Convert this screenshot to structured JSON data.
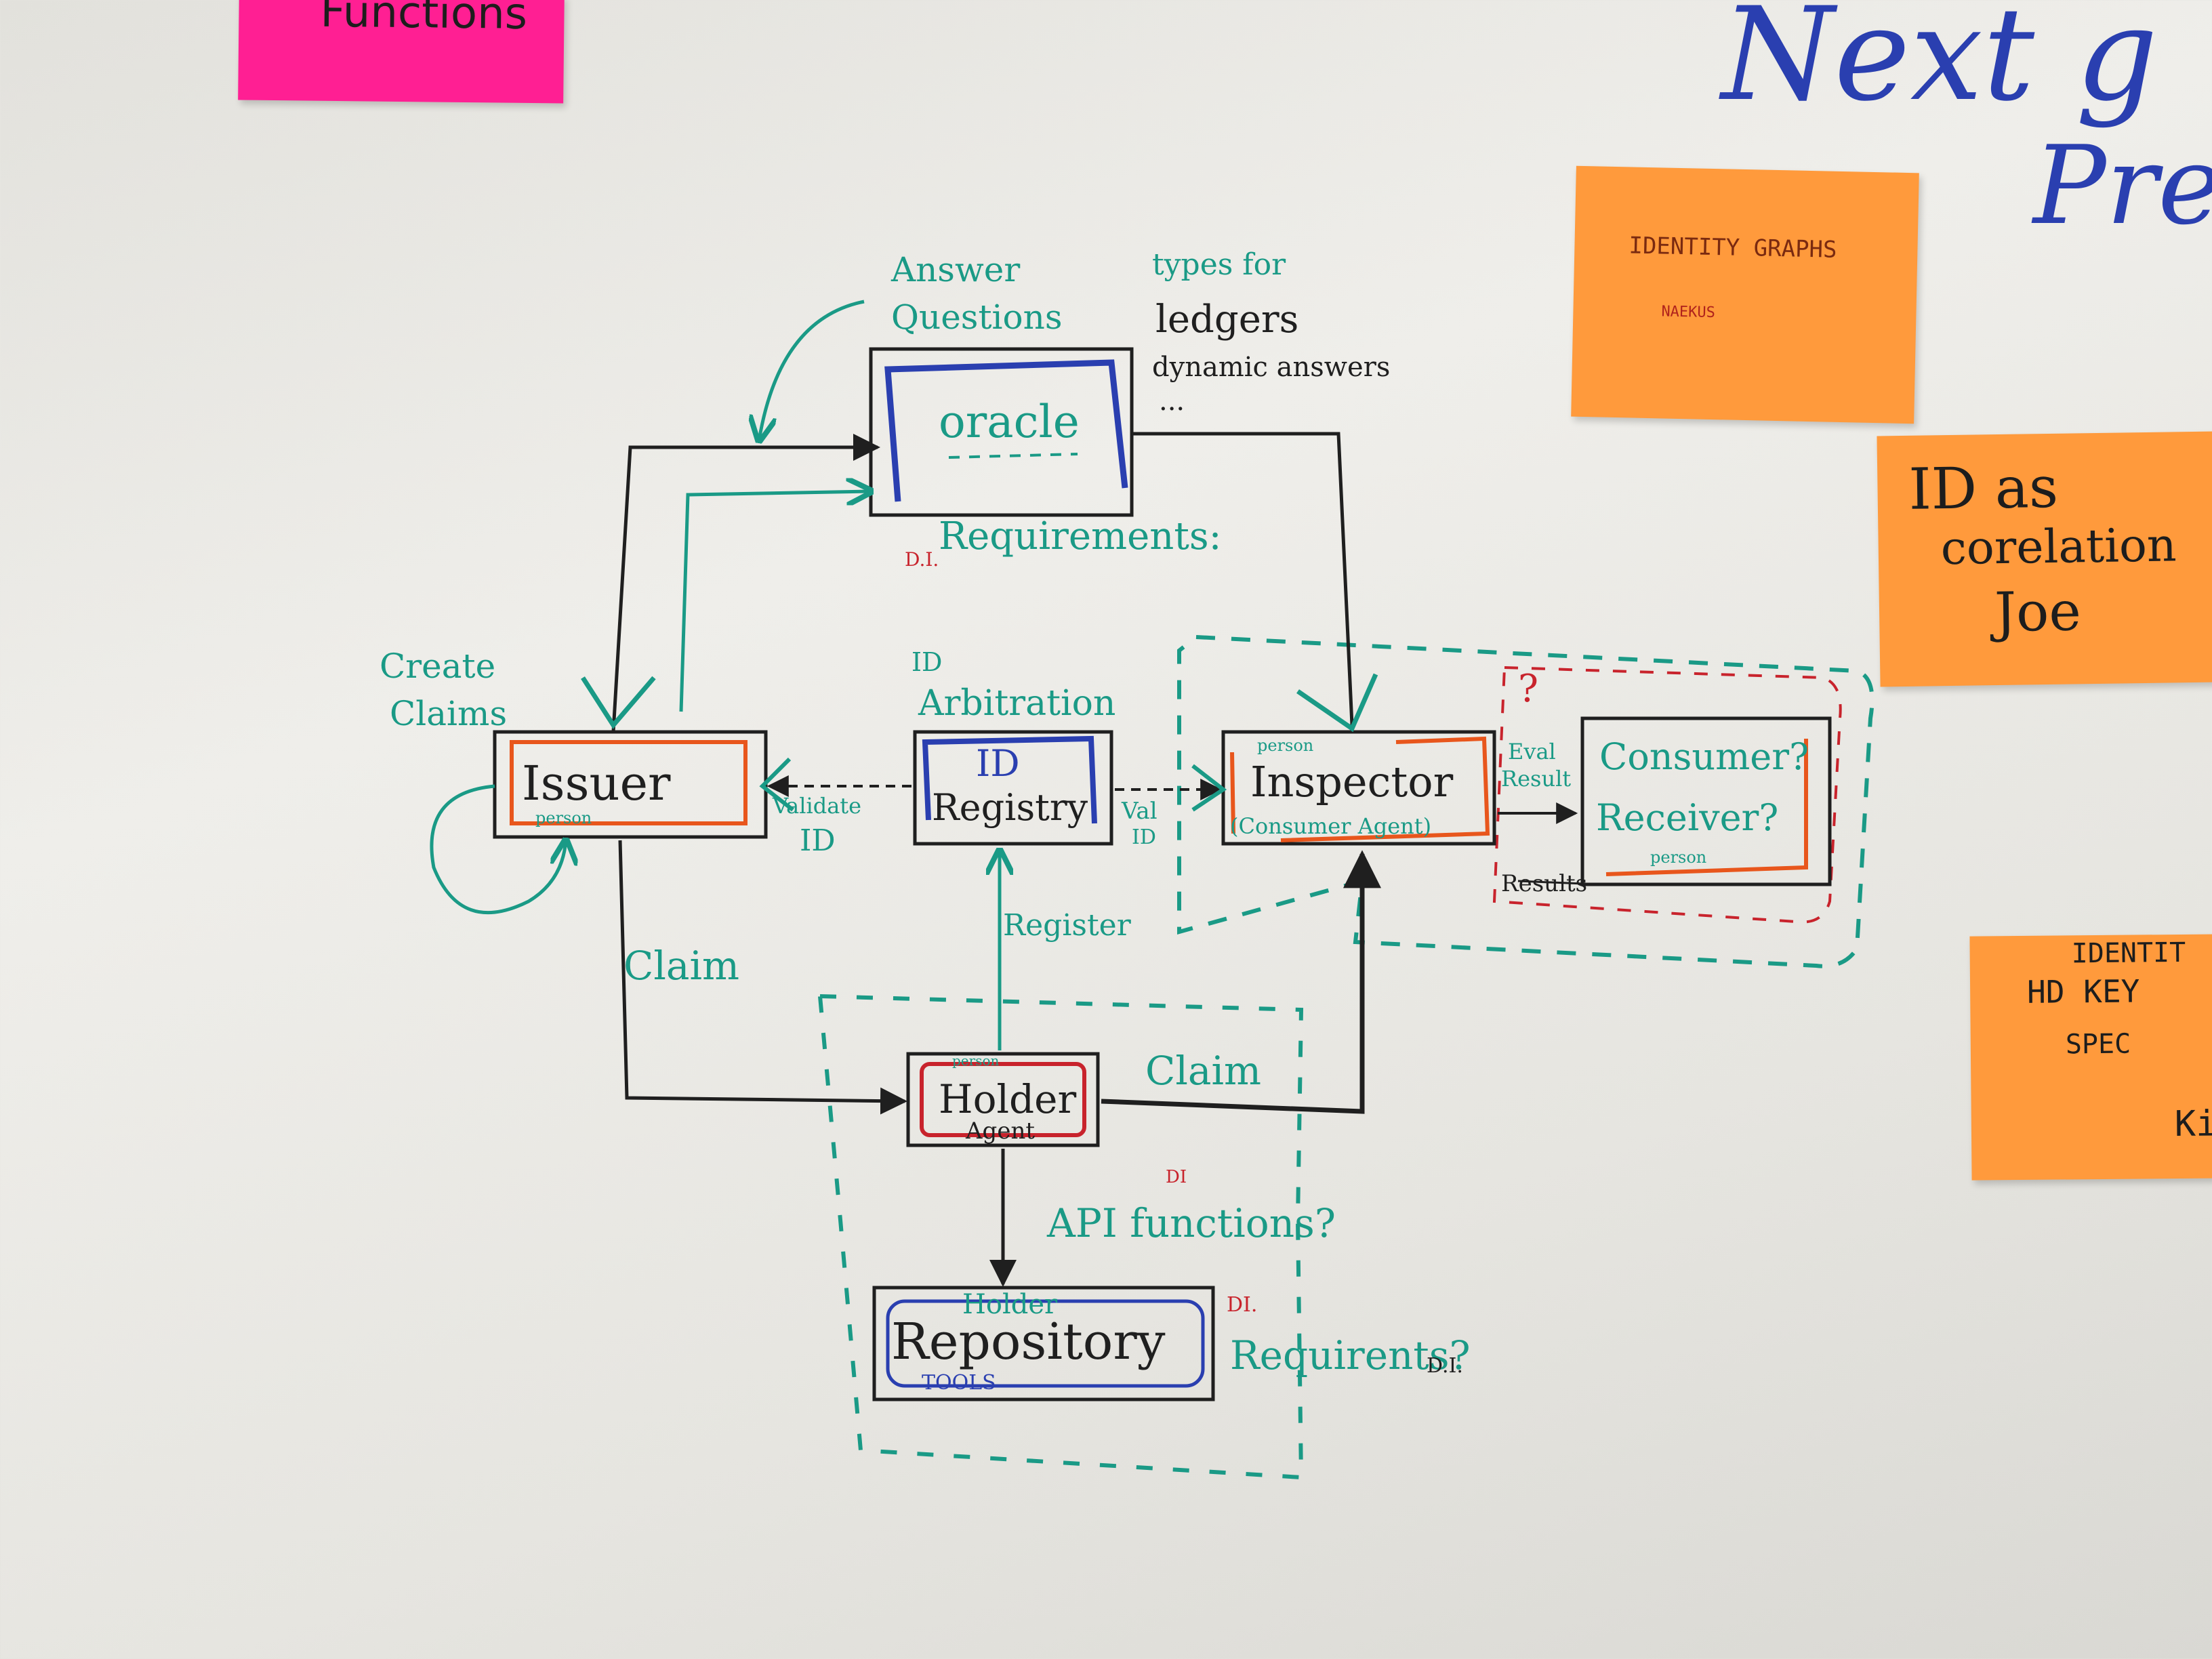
{
  "colors": {
    "board": "#e9e8e3",
    "marker_black": "#1f1f1f",
    "marker_green": "#1a9a86",
    "marker_blue": "#2a3fb0",
    "marker_orange": "#e8561c",
    "marker_red": "#c8232c",
    "sticky_pink": "#ff1f93",
    "sticky_orange": "#ff9a3c"
  },
  "stickies": {
    "pink": {
      "text": "Functions"
    },
    "identity_graphs": {
      "title": "IDENTITY GRAPHS",
      "sub": "NAEKUS"
    },
    "id_as": {
      "line1": "ID as",
      "line2": "corelation",
      "line3": "Joe"
    },
    "identity_hd": {
      "line1": "IDENTIT",
      "line2": "HD KEY",
      "line3": "SPEC",
      "line4": "Ki"
    }
  },
  "board_heading": {
    "line1": "Next g",
    "line2": "Pres"
  },
  "nodes": {
    "oracle": {
      "label": "oracle"
    },
    "issuer": {
      "label": "Issuer",
      "sub": "person"
    },
    "registry": {
      "label_top": "ID",
      "label_bottom": "Registry"
    },
    "inspector": {
      "label": "Inspector",
      "sub_top": "person",
      "sub_bottom": "(Consumer Agent)"
    },
    "consumer": {
      "line1": "Consumer?",
      "line2": "Receiver?",
      "sub": "person"
    },
    "holder": {
      "label": "Holder",
      "sub": "Agent",
      "top": "person"
    },
    "repository": {
      "top": "Holder",
      "label": "Repository",
      "sub": "TOOLS"
    }
  },
  "annotations": {
    "answer_questions": {
      "line1": "Answer",
      "line2": "Questions"
    },
    "types_for": "types for",
    "ledgers": "ledgers",
    "dynamic_answers": "dynamic answers",
    "ellipsis": "...",
    "oracle_requirements": "Requirements:",
    "oracle_di": "D.I.",
    "id_arbitration": {
      "line1": "ID",
      "line2": "Arbitration"
    },
    "create_claims": {
      "line1": "Create",
      "line2": "Claims"
    },
    "validate_id": {
      "line1": "Validate",
      "line2": "ID"
    },
    "val_id": {
      "line1": "Val",
      "line2": "ID"
    },
    "eval_result": {
      "line1": "Eval",
      "line2": "Result"
    },
    "results": "Results",
    "question_mark": "?",
    "register": "Register",
    "claim_left": "Claim",
    "claim_right": "Claim",
    "api_functions": "API functions?",
    "api_di": "DI",
    "repo_requirements": "Requirents?",
    "repo_di_red": "DI.",
    "repo_di_black": "D.I."
  }
}
